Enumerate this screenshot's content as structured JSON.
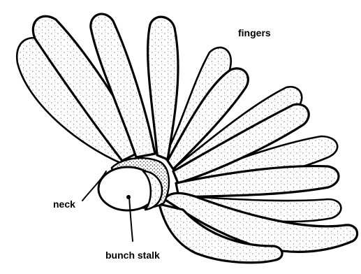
{
  "labels": {
    "fingers": "fingers",
    "neck": "neck",
    "bunch_stalk": "bunch stalk"
  },
  "colors": {
    "ink": "#000000",
    "paper": "#ffffff"
  }
}
